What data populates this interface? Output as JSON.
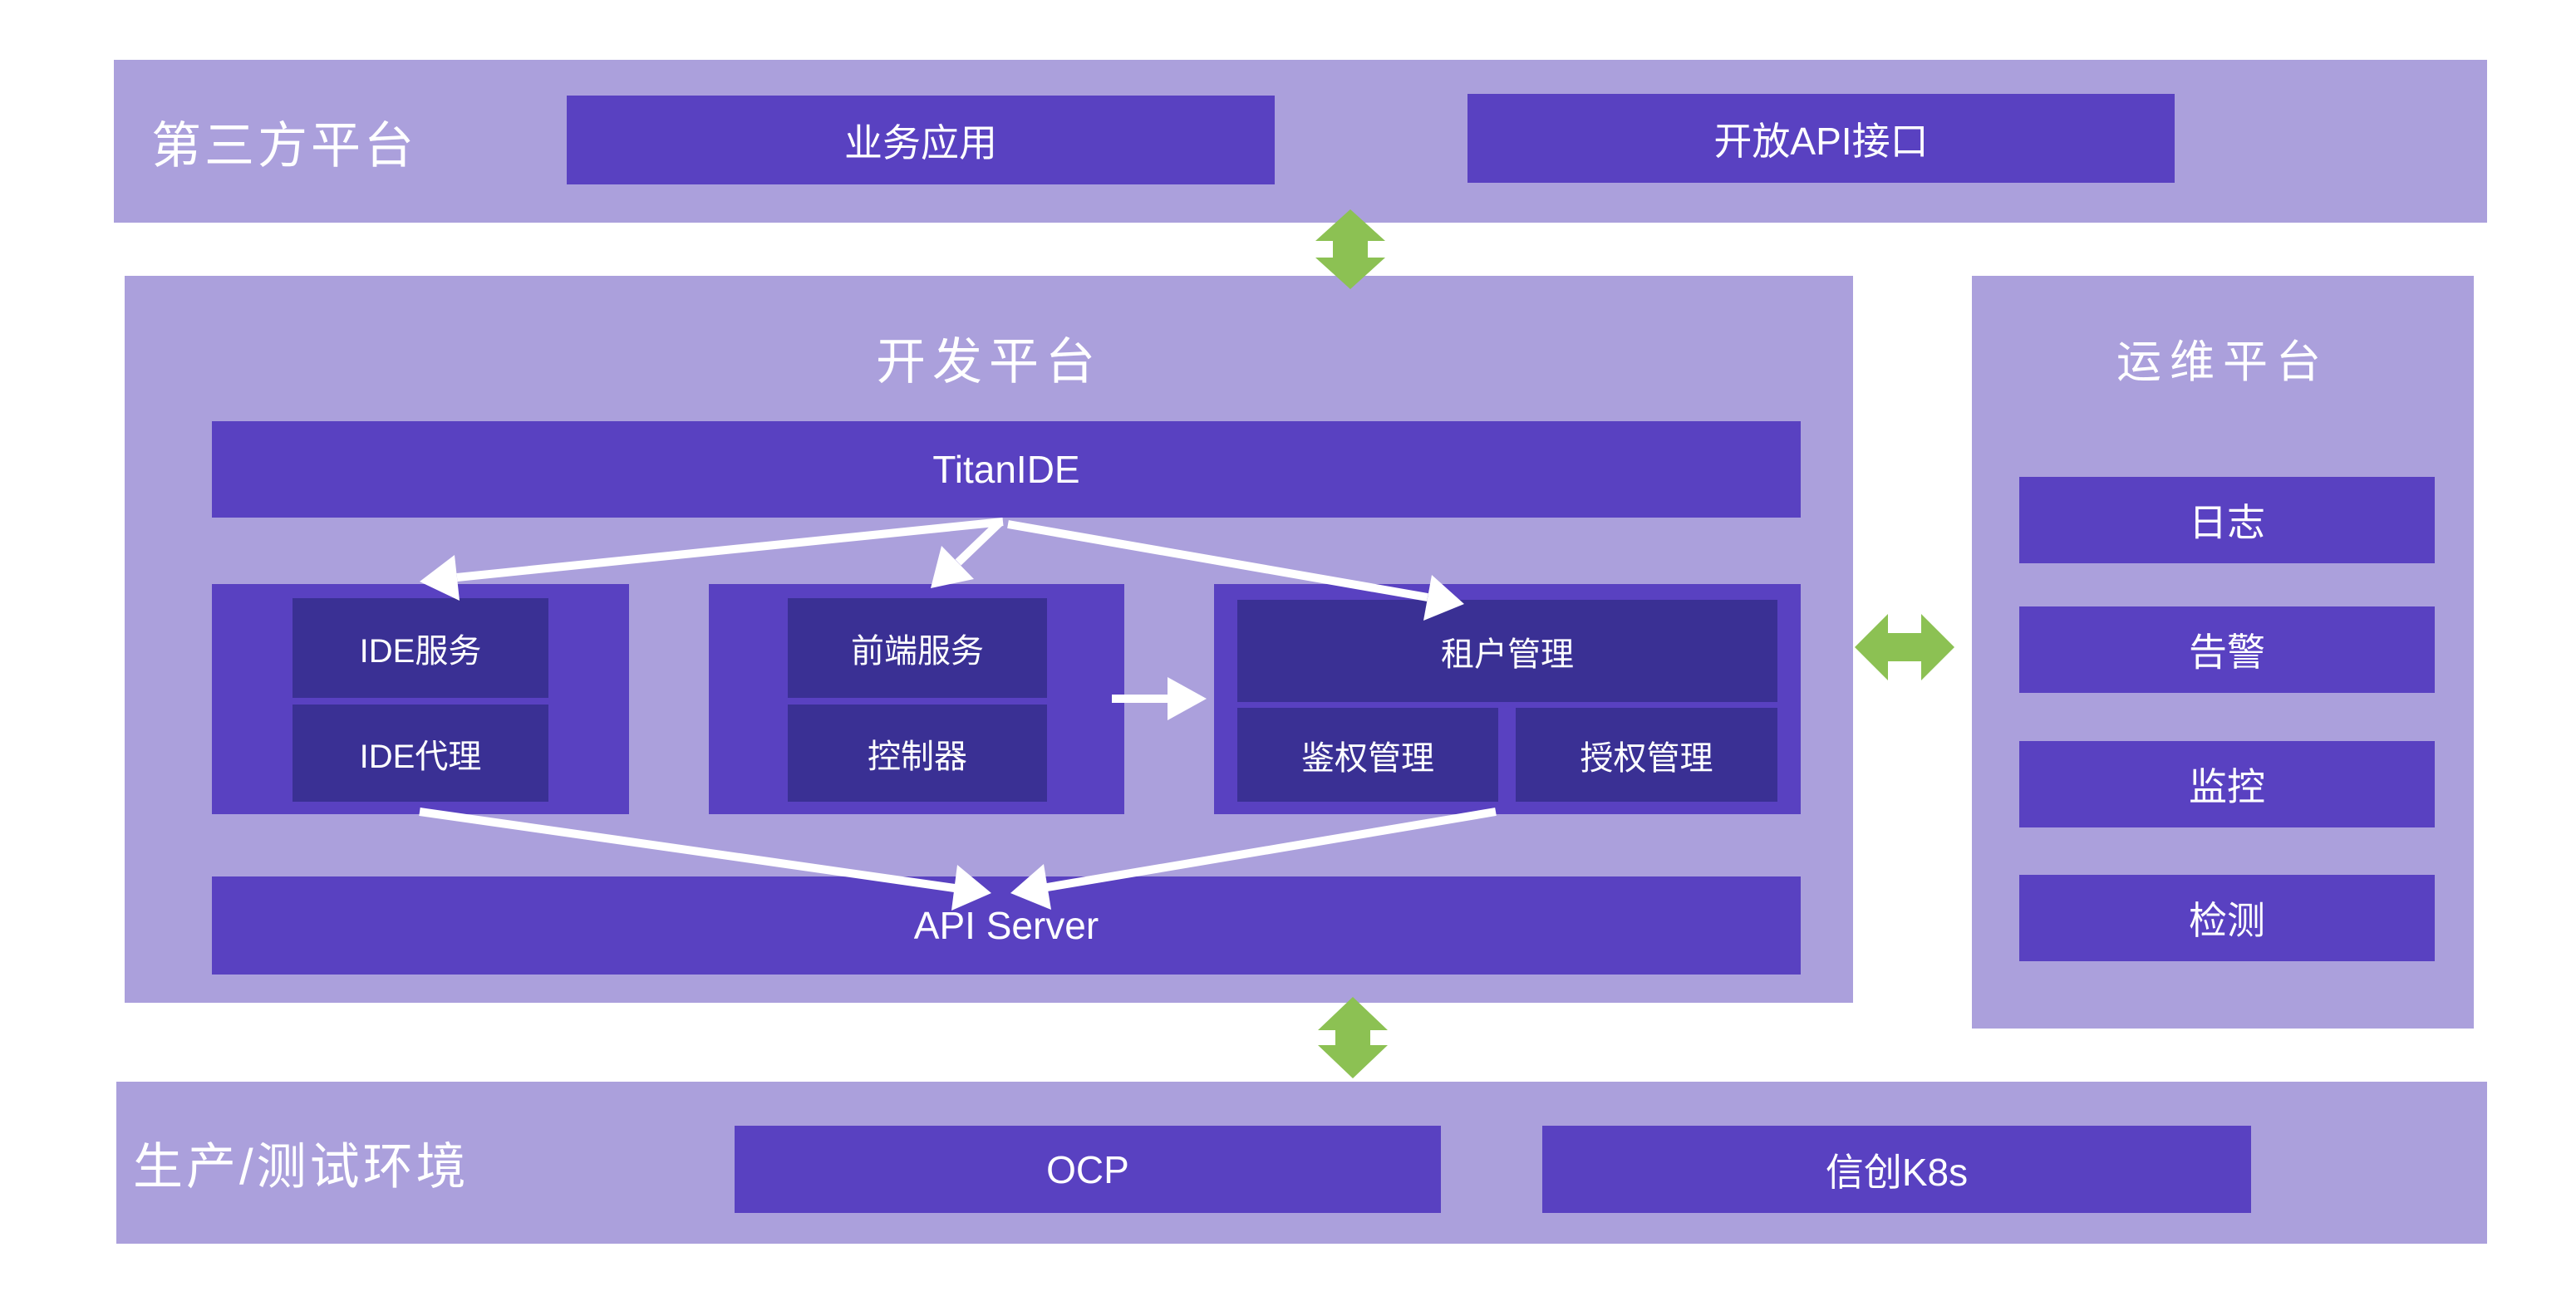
{
  "colors": {
    "panel_background": "#ABA0DC",
    "box_primary": "#5941C1",
    "box_dark": "#3A3094",
    "arrow_green": "#8CC153",
    "arrow_white": "#FFFFFF",
    "page_background": "#FFFFFF",
    "text": "#FFFFFF"
  },
  "third_party": {
    "title": "第三方平台",
    "business_app": "业务应用",
    "open_api": "开放API接口"
  },
  "dev": {
    "title": "开发平台",
    "titan_ide": "TitanIDE",
    "api_server": "API Server",
    "ide_service": "IDE服务",
    "ide_proxy": "IDE代理",
    "frontend_service": "前端服务",
    "controller": "控制器",
    "tenant_mgmt": "租户管理",
    "authn": "鉴权管理",
    "authz": "授权管理"
  },
  "ops": {
    "title": "运维平台",
    "log": "日志",
    "alert": "告警",
    "monitor": "监控",
    "detect": "检测"
  },
  "prod": {
    "title": "生产/测试环境",
    "ocp": "OCP",
    "xinchuang_k8s": "信创K8s"
  },
  "icons": {
    "green_vertical_double_arrow": "up-down-arrow",
    "green_horizontal_double_arrow": "left-right-arrow",
    "white_connector_arrow": "directional-arrow"
  }
}
